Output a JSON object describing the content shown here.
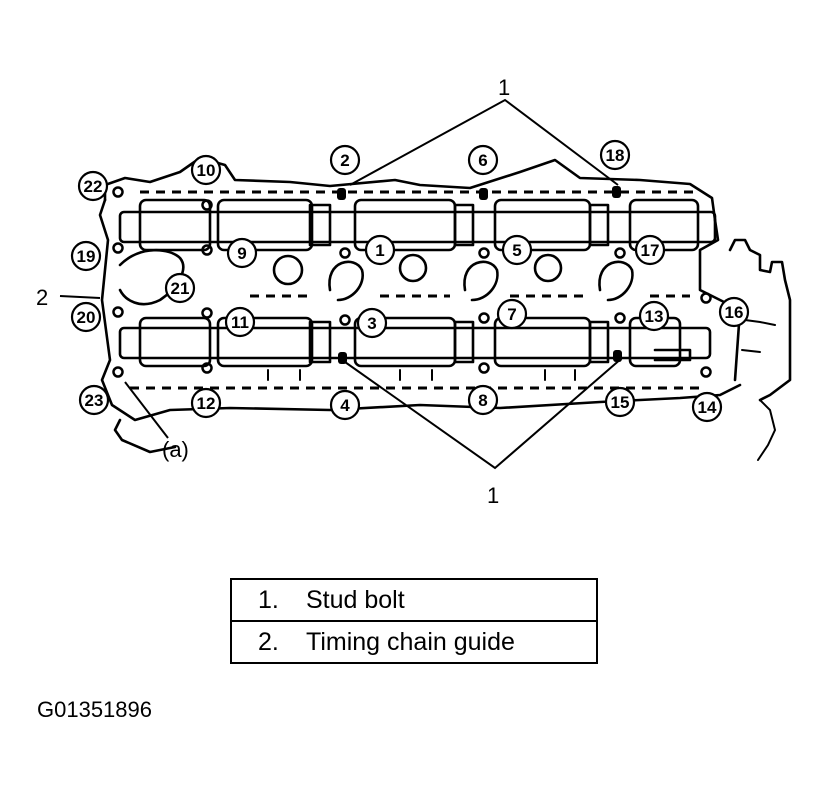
{
  "callouts": {
    "stud_bolt_top": "1",
    "stud_bolt_bottom": "1",
    "timing_chain_guide": "2",
    "detail_a": "(a)"
  },
  "sequence_numbers": [
    "1",
    "2",
    "3",
    "4",
    "5",
    "6",
    "7",
    "8",
    "9",
    "10",
    "11",
    "12",
    "13",
    "14",
    "15",
    "16",
    "17",
    "18",
    "19",
    "20",
    "21",
    "22",
    "23"
  ],
  "legend": {
    "items": [
      {
        "number": "1.",
        "label": "Stud bolt"
      },
      {
        "number": "2.",
        "label": "Timing chain guide"
      }
    ]
  },
  "figure_code": "G01351896"
}
